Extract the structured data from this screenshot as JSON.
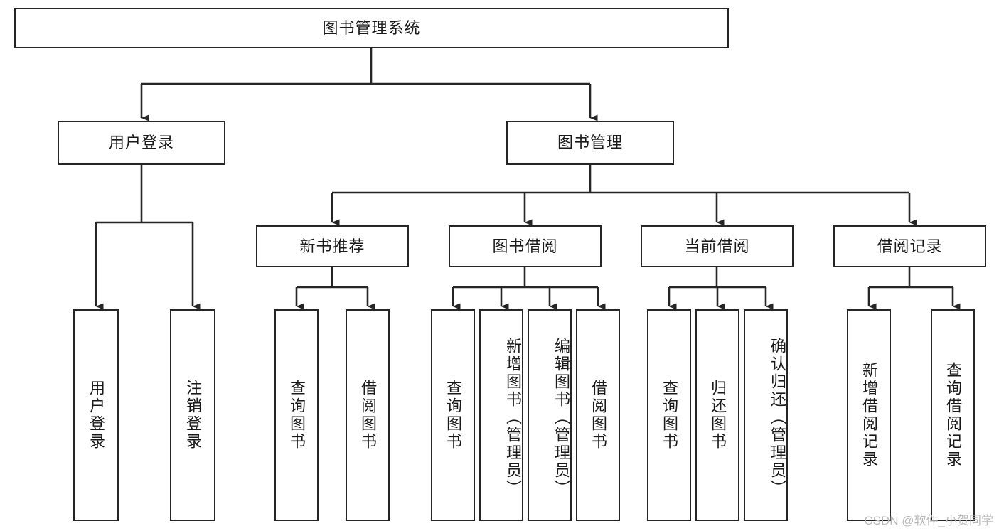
{
  "diagram": {
    "title": "图书管理系统",
    "type": "tree-hierarchy",
    "root": {
      "label": "图书管理系统"
    },
    "level2": [
      {
        "label": "用户登录"
      },
      {
        "label": "图书管理"
      }
    ],
    "level3": [
      {
        "label": "新书推荐",
        "parent": "图书管理"
      },
      {
        "label": "图书借阅",
        "parent": "图书管理"
      },
      {
        "label": "当前借阅",
        "parent": "图书管理"
      },
      {
        "label": "借阅记录",
        "parent": "图书管理"
      }
    ],
    "leaves": {
      "user_login": [
        {
          "label": "用户登录"
        },
        {
          "label": "注销登录"
        }
      ],
      "new_book_recommend": [
        {
          "label": "查询图书"
        },
        {
          "label": "借阅图书"
        }
      ],
      "book_borrow": [
        {
          "label": "查询图书"
        },
        {
          "label": "新增图书（管理员）"
        },
        {
          "label": "编辑图书（管理员）"
        },
        {
          "label": "借阅图书"
        }
      ],
      "current_borrow": [
        {
          "label": "查询图书"
        },
        {
          "label": "归还图书"
        },
        {
          "label": "确认归还（管理员）"
        }
      ],
      "borrow_records": [
        {
          "label": "新增借阅记录"
        },
        {
          "label": "查询借阅记录"
        }
      ]
    }
  },
  "watermark": {
    "text": "CSDN @软件_小贺同学"
  },
  "colors": {
    "box_border": "#262626",
    "box_fill": "#ffffff",
    "connector": "#262626",
    "text": "#1a1a1a",
    "watermark": "#b9b9b9",
    "background": "#ffffff"
  }
}
